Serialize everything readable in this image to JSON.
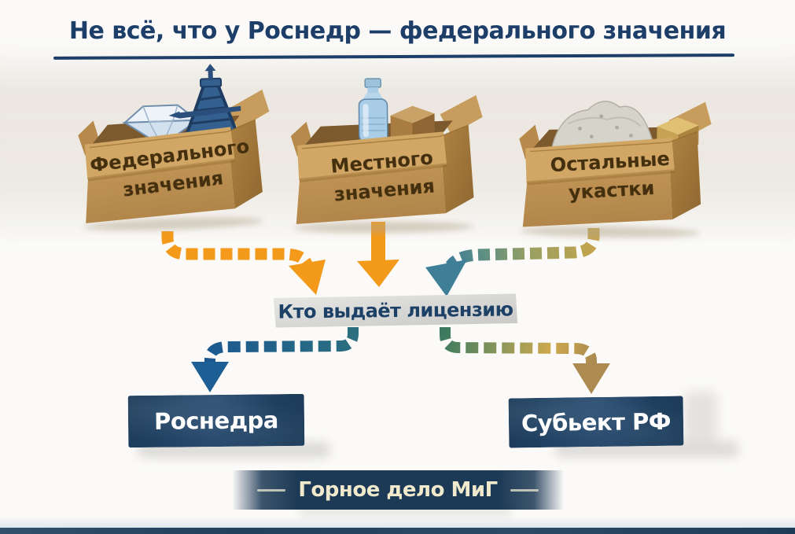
{
  "title": "Не всё, что у Роснедр — федерального значения",
  "boxes": [
    {
      "line1": "Федерального",
      "line2": "значения",
      "items": [
        "diamond",
        "oil-derrick"
      ]
    },
    {
      "line1": "Местного",
      "line2": "значения",
      "items": [
        "water-bottle",
        "wooden-block"
      ]
    },
    {
      "line1": "Остальные",
      "line2": "укастки",
      "items": [
        "gravel-pile",
        "stone-block"
      ]
    }
  ],
  "license_label": "Кто выдаёт лицензию",
  "issuers": [
    {
      "label": "Роснедра"
    },
    {
      "label": "Субьект РФ"
    }
  ],
  "footer": "Горное дело МиГ",
  "colors": {
    "title_navy": "#1d3e68",
    "arrow_orange": "#f49a1b",
    "arrow_teal": "#3f7e97",
    "arrow_navy": "#1d5f94",
    "arrow_green": "#3c7a5f",
    "arrow_tan": "#ad8b50",
    "cardboard": "#c89a58",
    "box_text_brown": "#44300f",
    "issuer_navy": "#1d3c5a",
    "license_label_gray": "#d9d9d7",
    "license_text_navy": "#1c4066",
    "banner_navy": "#1c3955",
    "banner_text_cream": "#f0e9cc"
  }
}
